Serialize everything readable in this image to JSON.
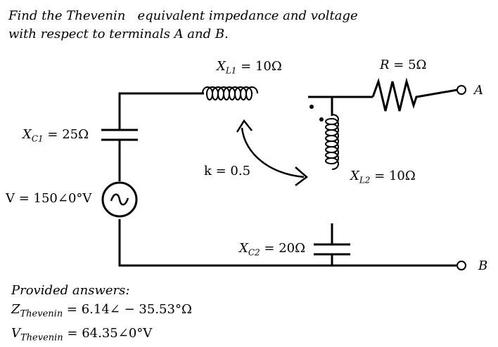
{
  "problem": {
    "line1": "Find the Thevenin   equivalent impedance and voltage",
    "line2": "with respect to terminals A and B."
  },
  "components": {
    "xl1": {
      "symbol": "X",
      "sub": "L1",
      "value": "= 10Ω"
    },
    "r": {
      "symbol": "R",
      "value": "= 5Ω"
    },
    "xc1": {
      "symbol": "X",
      "sub": "C1",
      "value": "= 25Ω"
    },
    "k": {
      "text": "k = 0.5"
    },
    "xl2": {
      "symbol": "X",
      "sub": "L2",
      "value": "= 10Ω"
    },
    "v": {
      "text": "V = 150∠0°V"
    },
    "xc2": {
      "symbol": "X",
      "sub": "C2",
      "value": "= 20Ω"
    }
  },
  "terminals": {
    "a": "A",
    "b": "B"
  },
  "answers": {
    "heading": "Provided answers:",
    "z_symbol": "Z",
    "z_sub": "Thevenin",
    "z_value": " = 6.14∠ − 35.53°Ω",
    "v_symbol": "V",
    "v_sub": "Thevenin",
    "v_value": " = 64.35∠0°V"
  }
}
